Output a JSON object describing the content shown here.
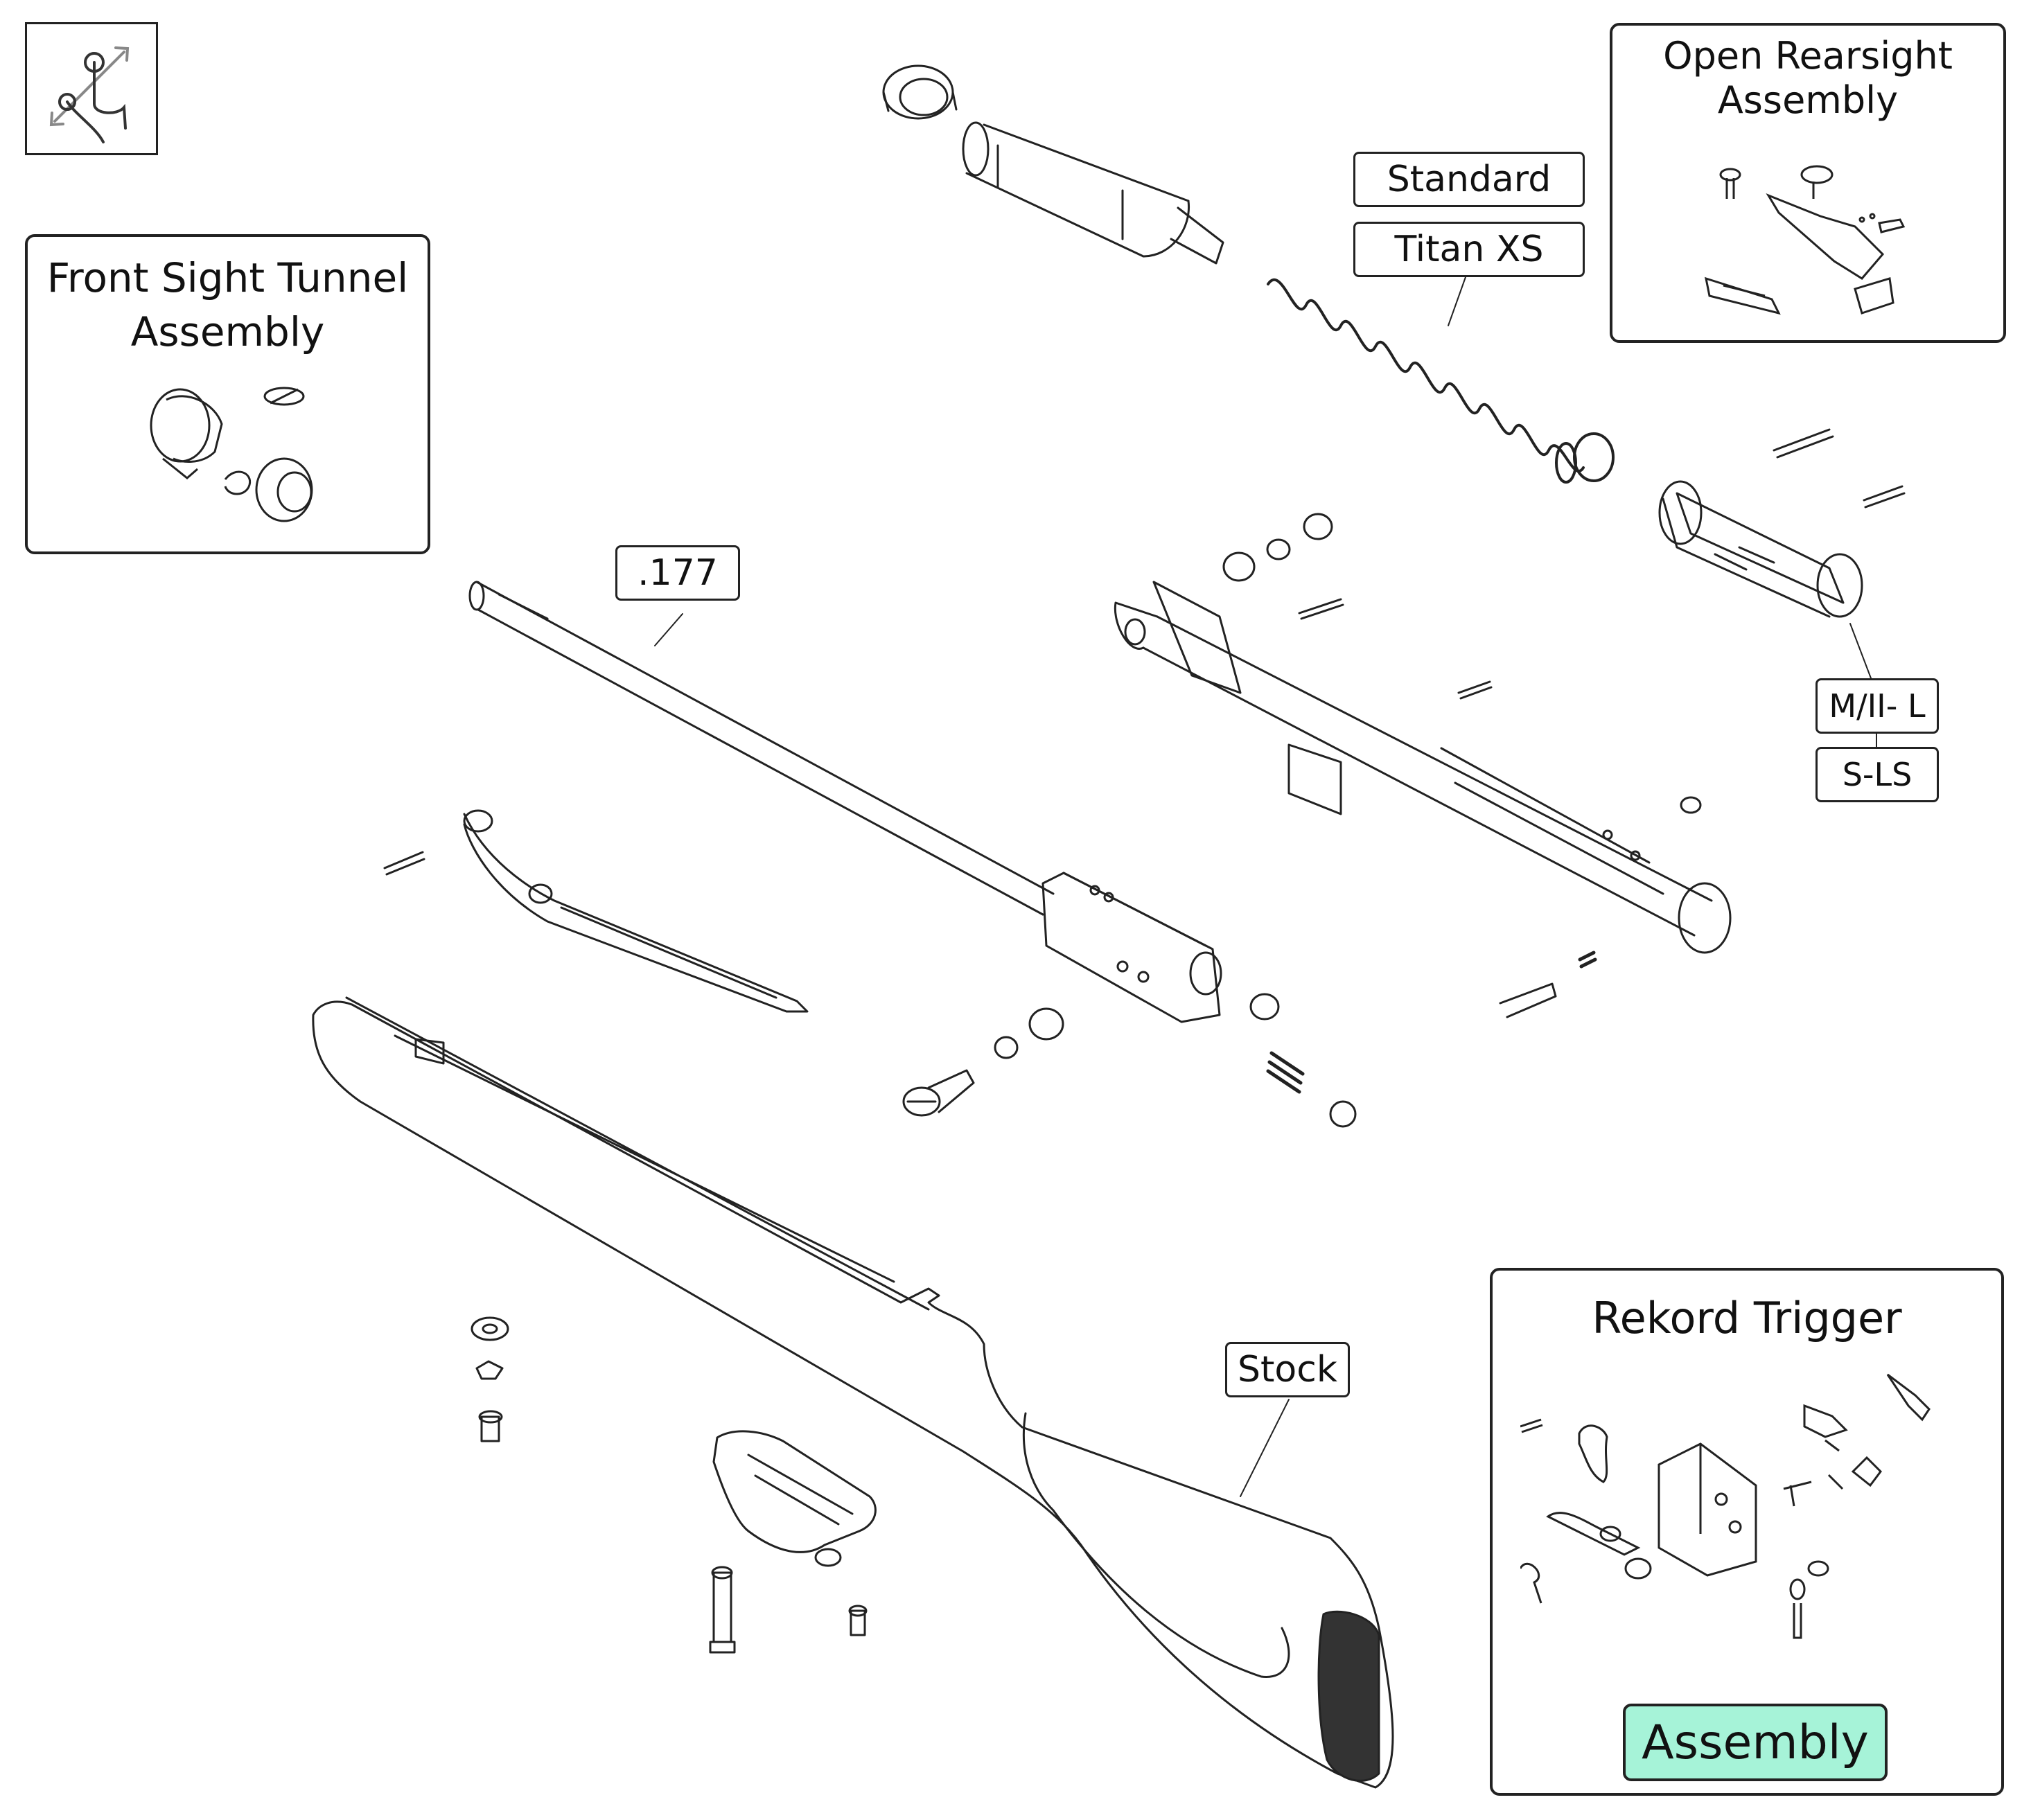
{
  "gesture": {
    "icon": "pinch-zoom-icon"
  },
  "front_sight": {
    "title": "Front Sight Tunnel\nAssembly"
  },
  "rear_sight": {
    "title": "Open Rearsight\nAssembly"
  },
  "trigger": {
    "title": "Rekord Trigger",
    "button_label": "Assembly"
  },
  "labels": {
    "standard": "Standard",
    "titan_xs": "Titan XS",
    "caliber": ".177",
    "mii_l": "M/II- L",
    "s_ls": "S-LS",
    "stock": "Stock"
  }
}
